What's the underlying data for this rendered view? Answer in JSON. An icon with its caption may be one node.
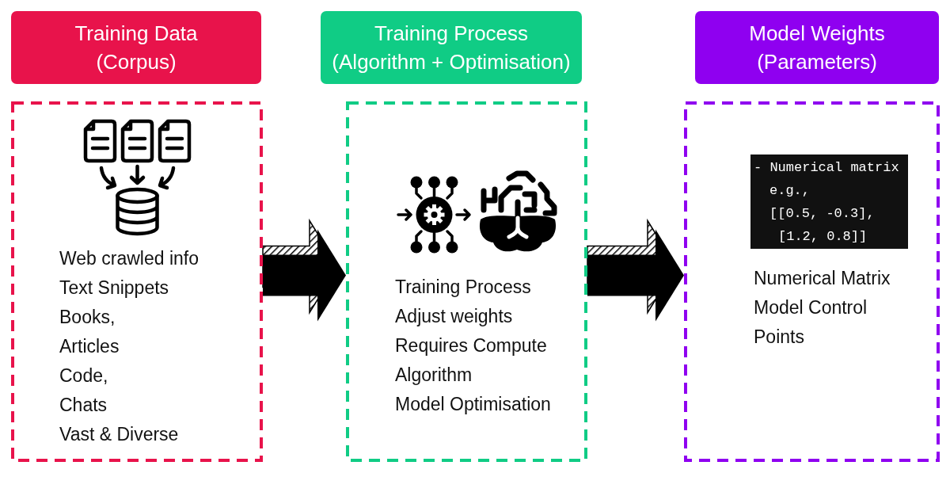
{
  "diagram": {
    "nodes": [
      {
        "text": [
          "Training Data",
          "(Corpus)"
        ]
      },
      {
        "text": [
          "Web crawled info",
          "Text Snippets",
          "Books,",
          "Articles",
          "Code,",
          "Chats",
          "Vast & Diverse"
        ]
      },
      {
        "text": [
          "Training Process",
          "(Algorithm + Optimisation)"
        ]
      },
      {
        "text": [
          "Training Process",
          "Adjust weights",
          "Requires Compute",
          "Algorithm",
          "Model Optimisation"
        ]
      },
      {
        "text": [
          "Model Weights",
          "(Parameters)"
        ]
      },
      {
        "text": [
          "Numerical Matrix",
          "Model Control Points"
        ]
      },
      {
        "text": [
          "- Numerical matrix",
          "e.g.,",
          "[[0.5, -0.3],",
          "[1.2, 0.8]]"
        ],
        "in": 5
      }
    ],
    "edges": [
      {
        "from": 1,
        "to": 3,
        "arrow": "to"
      },
      {
        "from": 3,
        "to": 5,
        "arrow": "to"
      }
    ]
  }
}
